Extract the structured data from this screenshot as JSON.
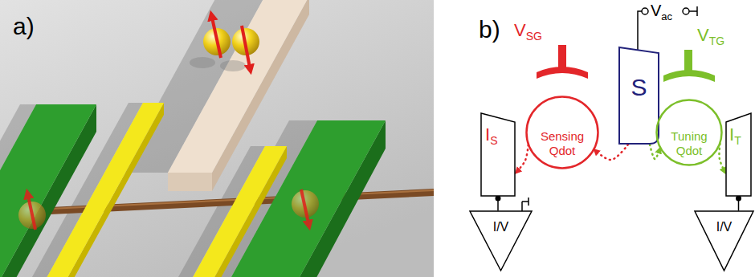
{
  "diagram": {
    "nodes": [
      {
        "text": [
          "V",
          "SG"
        ]
      },
      {
        "text": [
          "S"
        ]
      },
      {
        "text": [
          "V",
          "TG"
        ]
      },
      {
        "text": [
          "I",
          "S"
        ]
      },
      {
        "text": [
          "Sensing Qdot"
        ]
      },
      {
        "text": [
          "Tuning Qdot"
        ]
      },
      {
        "text": [
          "I",
          "T"
        ]
      },
      {
        "text": [
          "I/V"
        ]
      },
      {
        "text": [
          "I/V"
        ]
      }
    ],
    "edges": [
      {
        "from": 1,
        "to": 4,
        "arrow": "to"
      },
      {
        "from": 4,
        "to": 3,
        "arrow": "to"
      },
      {
        "from": 1,
        "to": 5,
        "arrow": "to"
      },
      {
        "from": 5,
        "to": 6,
        "arrow": "to"
      },
      {
        "from": 3,
        "to": 7,
        "arrow": "none"
      },
      {
        "from": 6,
        "to": 8,
        "arrow": "none"
      }
    ],
    "labels": [
      "a)",
      "b)",
      "V",
      "ac"
    ]
  }
}
